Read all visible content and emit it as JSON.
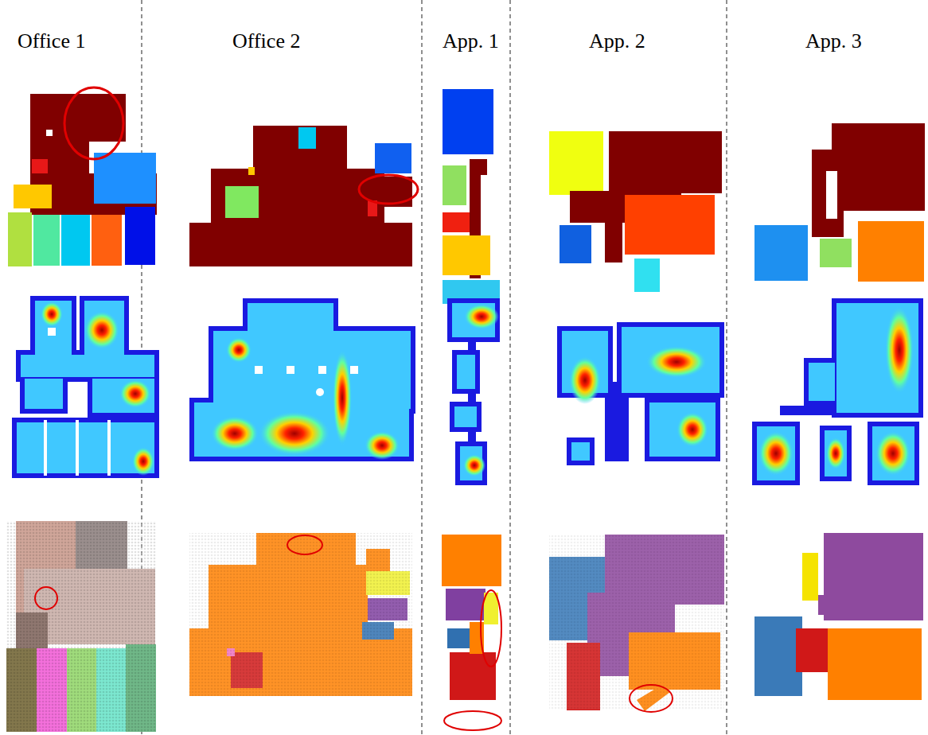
{
  "diagram": {
    "labels": [
      "Office 1",
      "Office 2",
      "App. 1",
      "App. 2",
      "App. 3"
    ]
  }
}
